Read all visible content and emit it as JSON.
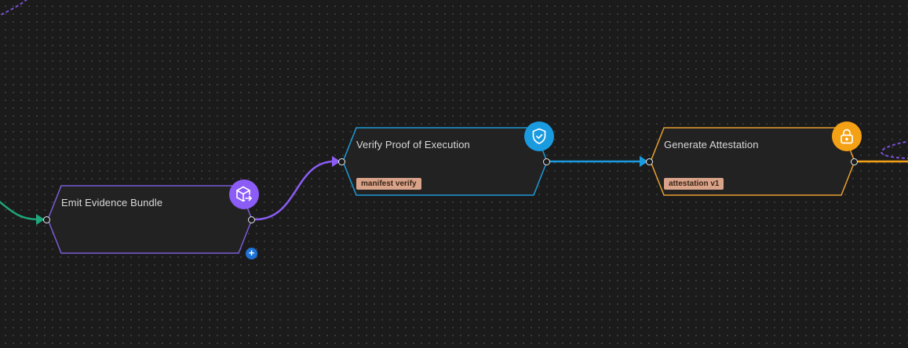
{
  "canvas": {
    "background": "#1b1b1b",
    "grid_dot_color": "#3c3c3c"
  },
  "nodes": [
    {
      "id": "emit-evidence-bundle",
      "title": "Emit Evidence Bundle",
      "tag": "",
      "icon": "package-export-icon",
      "border_color": "#7b5cd6",
      "icon_color": "#8b5cf6"
    },
    {
      "id": "verify-proof-of-execution",
      "title": "Verify Proof of Execution",
      "tag": "manifest verify",
      "icon": "shield-check-icon",
      "border_color": "#1e9ad6",
      "icon_color": "#1a9be0"
    },
    {
      "id": "generate-attestation",
      "title": "Generate Attestation",
      "tag": "attestation v1",
      "icon": "lock-icon",
      "border_color": "#e8a030",
      "icon_color": "#f5a116"
    }
  ],
  "edges": [
    {
      "from": "offscreen-left",
      "to": "emit-evidence-bundle",
      "color": "#1fa67a",
      "style": "solid"
    },
    {
      "from": "emit-evidence-bundle",
      "to": "verify-proof-of-execution",
      "color": "#8b5cf6",
      "style": "solid"
    },
    {
      "from": "verify-proof-of-execution",
      "to": "generate-attestation",
      "color": "#1a9be0",
      "style": "solid"
    },
    {
      "from": "generate-attestation",
      "to": "offscreen-right",
      "color": "#f5a116",
      "style": "solid"
    },
    {
      "from": "offscreen-top-left",
      "to": "offscreen",
      "color": "#8b5cf6",
      "style": "dashed"
    },
    {
      "from": "offscreen-right-loop",
      "to": "offscreen",
      "color": "#8b5cf6",
      "style": "dashed"
    }
  ],
  "add_button": {
    "label": "+",
    "color": "#1e73d8"
  }
}
